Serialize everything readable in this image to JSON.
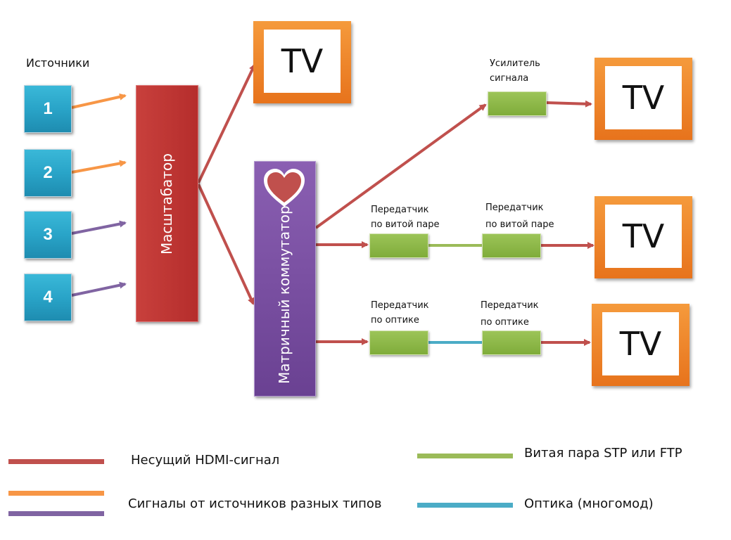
{
  "sources": {
    "title": "Источники",
    "items": [
      "1",
      "2",
      "3",
      "4"
    ]
  },
  "scaler": {
    "label": "Масштабатор"
  },
  "matrix": {
    "label": "Матричный коммутатор"
  },
  "tv_label": "TV",
  "amplifier": {
    "label_line1": "Усилитель",
    "label_line2": "сигнала"
  },
  "twisted_pair_tx": {
    "line1": "Передатчик",
    "line2": "по витой паре"
  },
  "twisted_pair_rx": {
    "line1": "Передатчик",
    "line2": "по витой паре"
  },
  "optic_tx": {
    "line1": "Передатчик",
    "line2": "по оптике"
  },
  "optic_rx": {
    "line1": "Передатчик",
    "line2": "по оптике"
  },
  "legend": {
    "hdmi": "Несущий HDMI-сигнал",
    "sources": "Сигналы от источников разных типов",
    "twisted": "Витая пара STP или FTP",
    "optic": "Оптика (многомод)"
  },
  "colors": {
    "hdmi": "#c0504d",
    "source_orange": "#f79646",
    "source_purple": "#8064a2",
    "twisted": "#9bbb59",
    "optic": "#4bacc6",
    "tv_frame": "#f07f22",
    "matrix": "#7a4fa0",
    "scaler": "#c0393a"
  }
}
